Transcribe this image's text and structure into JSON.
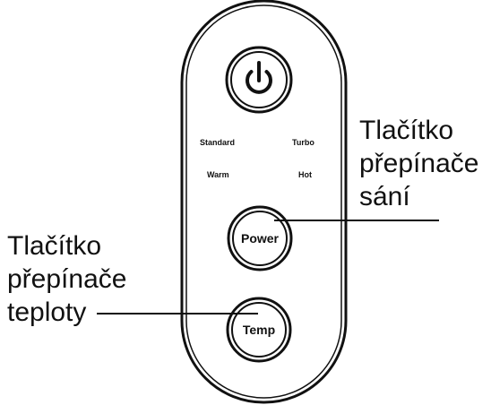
{
  "panel": {
    "indicators": {
      "standard": "Standard",
      "turbo": "Turbo",
      "warm": "Warm",
      "hot": "Hot"
    },
    "buttons": {
      "power_label": "Power",
      "temp_label": "Temp"
    },
    "icons": {
      "main_button": "power-symbol-icon"
    }
  },
  "callouts": {
    "suction": {
      "lines": [
        "Tlačítko",
        "přepínače",
        "sání"
      ]
    },
    "temperature": {
      "lines": [
        "Tlačítko",
        "přepínače",
        "teploty"
      ]
    }
  },
  "colors": {
    "ink": "#111111",
    "background": "#ffffff"
  }
}
